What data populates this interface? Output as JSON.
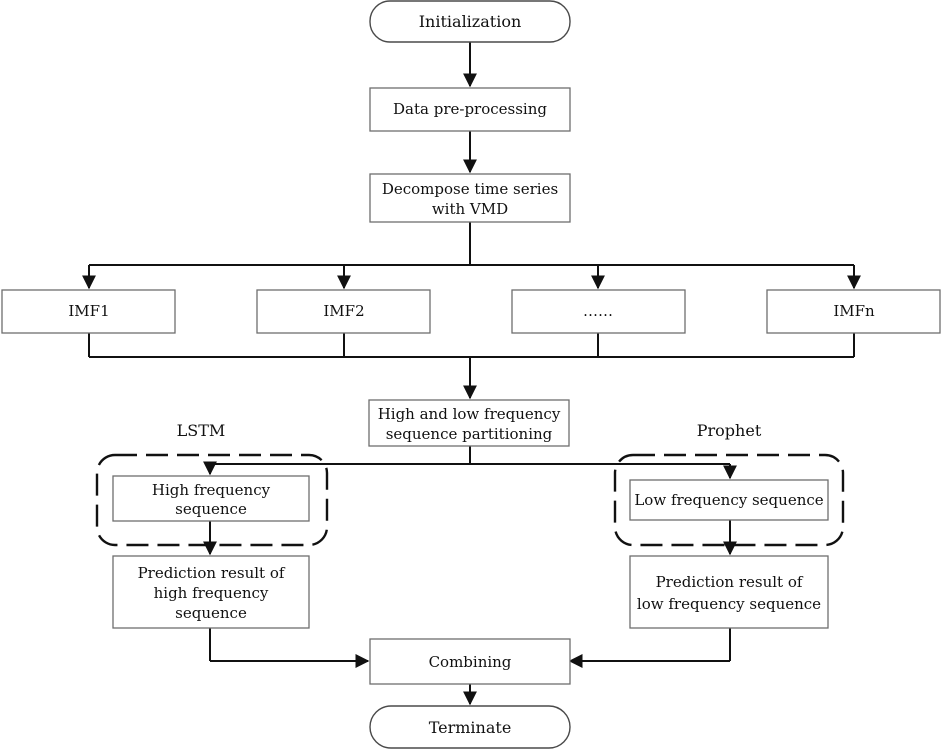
{
  "nodes": {
    "initialization": "Initialization",
    "preprocess": "Data pre-processing",
    "decompose_1": "Decompose time series",
    "decompose_2": "with VMD",
    "imf1": "IMF1",
    "imf2": "IMF2",
    "imf_dots": "……",
    "imfn": "IMFn",
    "partition_1": "High and low frequency",
    "partition_2": "sequence partitioning",
    "high_1": "High frequency",
    "high_2": "sequence",
    "low": "Low frequency sequence",
    "pred_high_1": "Prediction result of",
    "pred_high_2": "high frequency",
    "pred_high_3": "sequence",
    "pred_low_1": "Prediction result of",
    "pred_low_2": "low frequency sequence",
    "combining": "Combining",
    "terminate": "Terminate"
  },
  "groups": {
    "lstm": "LSTM",
    "prophet": "Prophet"
  }
}
